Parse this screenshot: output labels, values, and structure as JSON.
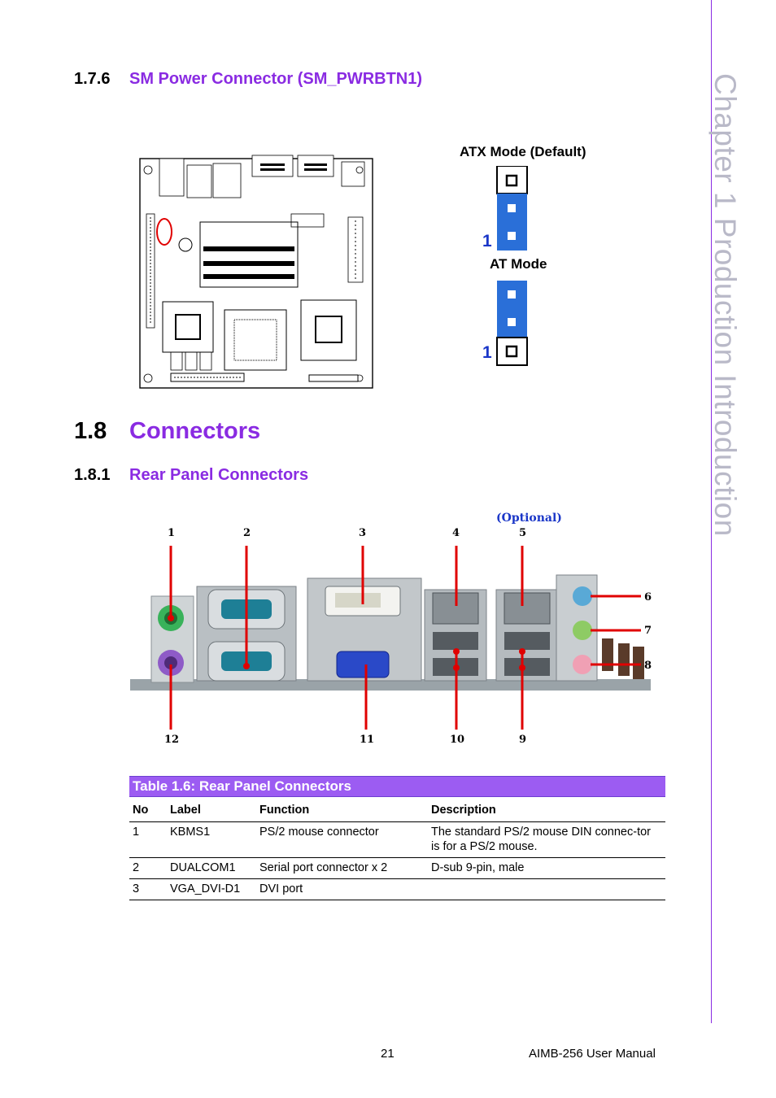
{
  "chapter_tab": "Chapter 1   Production Introduction",
  "section_176": {
    "number": "1.7.6",
    "title": "SM Power Connector (SM_PWRBTN1)"
  },
  "jumper": {
    "atx_label": "ATX Mode (Default)",
    "at_label": "AT Mode",
    "pin1_label": "1",
    "accent_color": "#2a6fd8"
  },
  "section_18": {
    "number": "1.8",
    "title": "Connectors"
  },
  "section_181": {
    "number": "1.8.1",
    "title": "Rear Panel Connectors"
  },
  "rear_panel": {
    "optional_label": "(Optional)",
    "top_numbers": [
      "1",
      "2",
      "3",
      "4",
      "5"
    ],
    "right_numbers": [
      "6",
      "7",
      "8"
    ],
    "bottom_numbers": [
      "12",
      "11",
      "10",
      "9"
    ]
  },
  "table": {
    "caption": "Table 1.6: Rear Panel Connectors",
    "headers": [
      "No",
      "Label",
      "Function",
      "Description"
    ],
    "rows": [
      [
        "1",
        "KBMS1",
        "PS/2 mouse connector",
        "The standard PS/2 mouse DIN connec-tor is for a PS/2 mouse."
      ],
      [
        "2",
        "DUALCOM1",
        "Serial port connector x 2",
        "D-sub 9-pin, male"
      ],
      [
        "3",
        "VGA_DVI-D1",
        "DVI port",
        ""
      ]
    ]
  },
  "footer": {
    "page_number": "21",
    "manual": "AIMB-256 User Manual"
  }
}
